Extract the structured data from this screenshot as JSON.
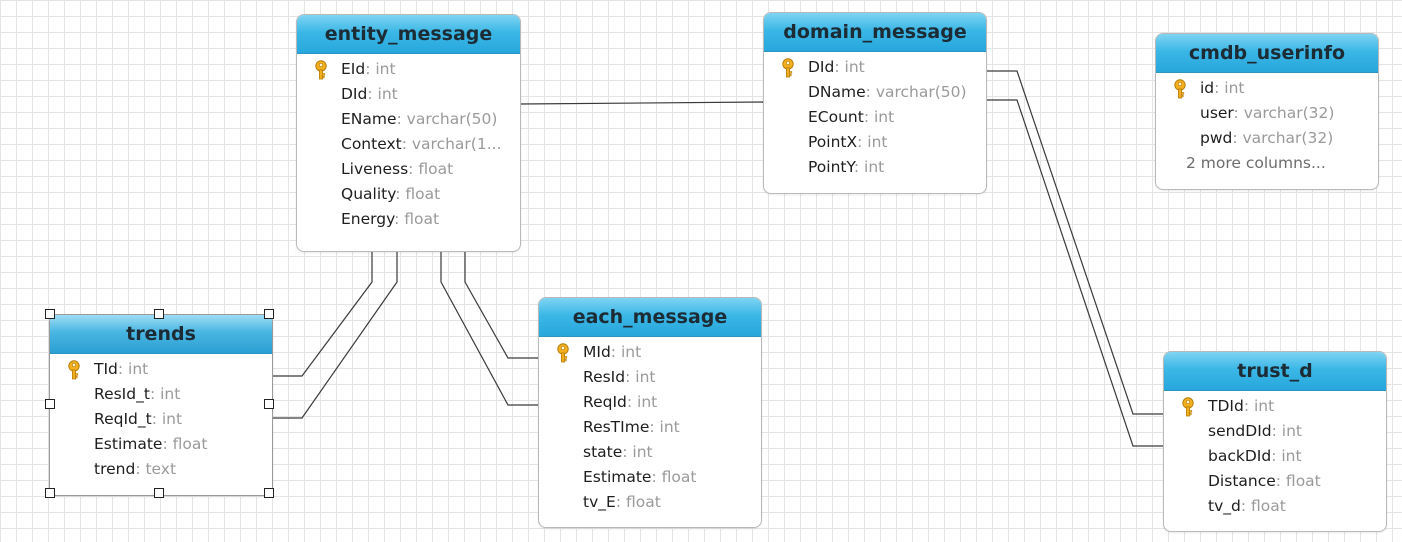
{
  "tables": {
    "entity_message": {
      "title": "entity_message",
      "columns": [
        {
          "name": "EId",
          "type": ": int",
          "pk": true
        },
        {
          "name": "DId",
          "type": ": int"
        },
        {
          "name": "EName",
          "type": ": varchar(50)"
        },
        {
          "name": "Context",
          "type": ": varchar(1..."
        },
        {
          "name": "Liveness",
          "type": ": float"
        },
        {
          "name": "Quality",
          "type": ": float"
        },
        {
          "name": "Energy",
          "type": ": float"
        }
      ]
    },
    "domain_message": {
      "title": "domain_message",
      "columns": [
        {
          "name": "DId",
          "type": ": int",
          "pk": true
        },
        {
          "name": "DName",
          "type": ": varchar(50)"
        },
        {
          "name": "ECount",
          "type": ": int"
        },
        {
          "name": "PointX",
          "type": ": int"
        },
        {
          "name": "PointY",
          "type": ": int"
        }
      ]
    },
    "cmdb_userinfo": {
      "title": "cmdb_userinfo",
      "columns": [
        {
          "name": "id",
          "type": ": int",
          "pk": true
        },
        {
          "name": "user",
          "type": ": varchar(32)"
        },
        {
          "name": "pwd",
          "type": ": varchar(32)"
        }
      ],
      "more": "2 more columns..."
    },
    "trends": {
      "title": "trends",
      "columns": [
        {
          "name": "TId",
          "type": ": int",
          "pk": true
        },
        {
          "name": "ResId_t",
          "type": ": int"
        },
        {
          "name": "ReqId_t",
          "type": ": int"
        },
        {
          "name": "Estimate",
          "type": ": float"
        },
        {
          "name": "trend",
          "type": ": text"
        }
      ]
    },
    "each_message": {
      "title": "each_message",
      "columns": [
        {
          "name": "MId",
          "type": ": int",
          "pk": true
        },
        {
          "name": "ResId",
          "type": ": int"
        },
        {
          "name": "ReqId",
          "type": ": int"
        },
        {
          "name": "ResTIme",
          "type": ": int"
        },
        {
          "name": "state",
          "type": ": int"
        },
        {
          "name": "Estimate",
          "type": ": float"
        },
        {
          "name": "tv_E",
          "type": ": float"
        }
      ]
    },
    "trust_d": {
      "title": "trust_d",
      "columns": [
        {
          "name": "TDId",
          "type": ": int",
          "pk": true
        },
        {
          "name": "sendDId",
          "type": ": int"
        },
        {
          "name": "backDId",
          "type": ": int"
        },
        {
          "name": "Distance",
          "type": ": float"
        },
        {
          "name": "tv_d",
          "type": ": float"
        }
      ]
    }
  },
  "colors": {
    "header_top": "#7fd4f2",
    "header_bottom": "#27a7dc",
    "grid": "#e4e4e4",
    "column_type": "#9a9a9a",
    "key_icon": "#f2b01e"
  },
  "icons": {
    "primary_key": "key-icon",
    "selection_handle": "resize-handle"
  }
}
